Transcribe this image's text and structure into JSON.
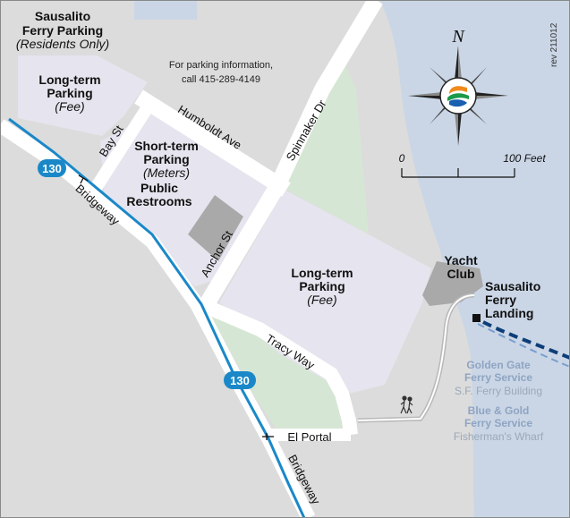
{
  "colors": {
    "land": "#dcdcdc",
    "water": "#cad6e6",
    "park": "#d6e6d4",
    "parking": "#e6e4ee",
    "road": "#ffffff",
    "building": "#a9a9a9",
    "highway": "#1a88c8",
    "golden_gate_route": "#0d3e78",
    "blue_gold_route": "#7a9fce",
    "ferry_label_secondary": "#8ea4c2",
    "ferry_label_tertiary": "#9aa8b8"
  },
  "labels": {
    "ferry_parking_name": "Sausalito",
    "ferry_parking_name2": "Ferry Parking",
    "ferry_parking_note": "(Residents Only)",
    "info_line1": "For parking information,",
    "info_line2": "call 415-289-4149",
    "rev": "rev 211012",
    "lt_parking_nw_1": "Long-term",
    "lt_parking_nw_2": "Parking",
    "lt_parking_nw_fee": "(Fee)",
    "st_parking_1": "Short-term",
    "st_parking_2": "Parking",
    "st_parking_meters": "(Meters)",
    "restrooms_1": "Public",
    "restrooms_2": "Restrooms",
    "lt_parking_main_1": "Long-term",
    "lt_parking_main_2": "Parking",
    "lt_parking_main_fee": "(Fee)",
    "yacht_club_1": "Yacht",
    "yacht_club_2": "Club",
    "landing_1": "Sausalito",
    "landing_2": "Ferry",
    "landing_3": "Landing",
    "golden_gate_1": "Golden Gate",
    "golden_gate_2": "Ferry Service",
    "golden_gate_dest": "S.F. Ferry Building",
    "blue_gold_1": "Blue & Gold",
    "blue_gold_2": "Ferry Service",
    "blue_gold_dest": "Fisherman's Wharf"
  },
  "streets": {
    "bay_st": "Bay St",
    "humboldt_ave": "Humboldt Ave",
    "spinnaker_dr": "Spinnaker Dr",
    "anchor_st": "Anchor St",
    "bridgeway_north": "Bridgeway",
    "bridgeway_south": "Bridgeway",
    "tracy_way": "Tracy Way",
    "el_portal": "El Portal"
  },
  "route_shields": [
    {
      "id": "upper",
      "number": "130"
    },
    {
      "id": "lower",
      "number": "130"
    }
  ],
  "compass": {
    "north_label": "N"
  },
  "scale_bar": {
    "zero_label": "0",
    "end_label": "100 Feet"
  },
  "icons": [
    "compass-rose-icon",
    "ferry-logo-icon",
    "pedestrian-icon",
    "ferry-landing-marker-icon",
    "route-130-shield-icon"
  ]
}
